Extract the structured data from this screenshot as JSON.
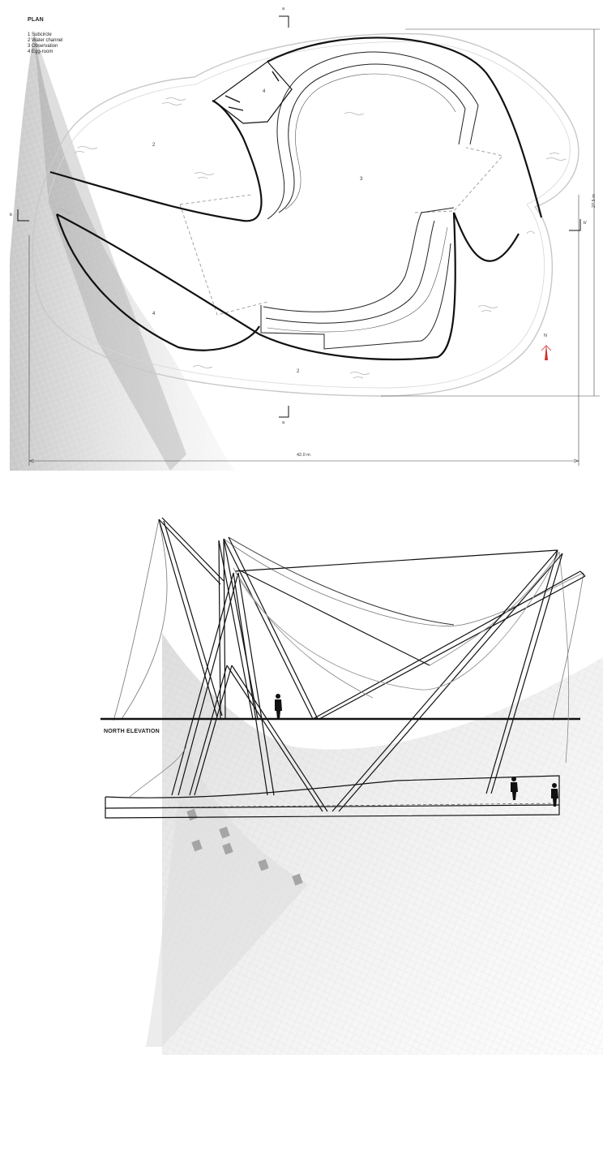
{
  "plan": {
    "title": "PLAN",
    "legend": [
      "1 Subcircle",
      "2 Water channel",
      "3 Observation",
      "4 Egg-room"
    ],
    "section_marker_top": "a",
    "section_marker_bottom": "a",
    "section_marker_left": "b",
    "section_marker_right": "b'",
    "room_numbers": [
      "2",
      "3",
      "4",
      "4",
      "2"
    ],
    "width_dimension": "42.0 m",
    "height_dimension": "27.5 m",
    "north_label": "N",
    "north_arrow_color": "#d0322b"
  },
  "elevation": {
    "title": "NORTH ELEVATION"
  },
  "colors": {
    "ink": "#111111",
    "grey_line": "#bdbdbd",
    "shadow": "#8a8a8a"
  }
}
